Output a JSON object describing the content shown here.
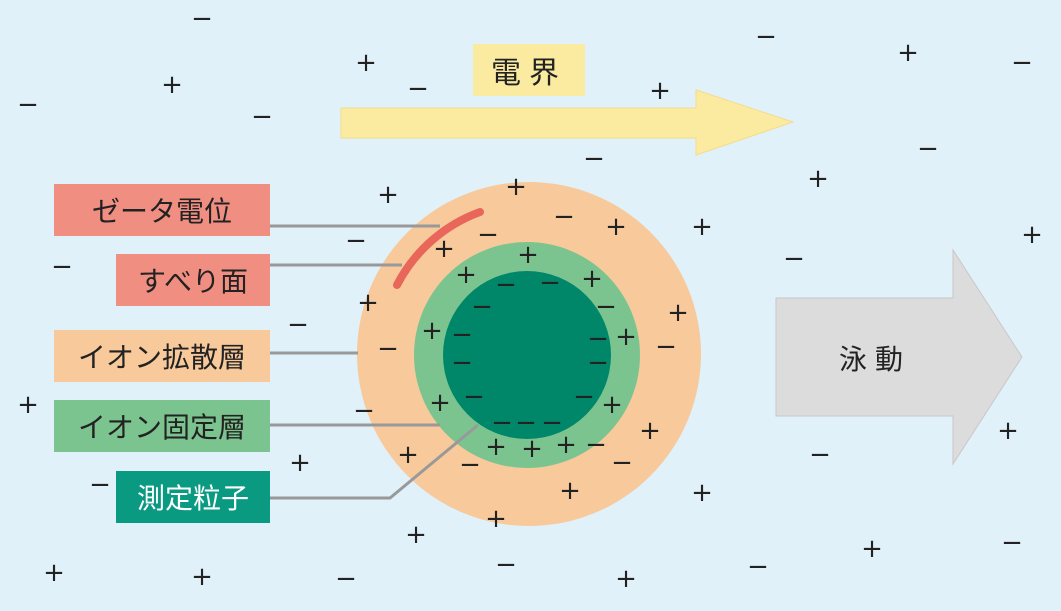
{
  "field_label": "電界",
  "movement_label": "泳動",
  "labels": {
    "zeta_potential": "ゼータ電位",
    "slipping_plane": "すべり面",
    "diffuse_layer": "イオン拡散層",
    "fixed_layer": "イオン固定層",
    "particle": "測定粒子"
  },
  "colors": {
    "background": "#e0f1fa",
    "diffuse_layer": "#f8c99b",
    "fixed_layer": "#7cc48f",
    "particle": "#00876a",
    "zeta_arc": "#e8665a",
    "field_arrow": "#fbeba1",
    "movement_arrow": "#dcdcdc"
  },
  "charges": {
    "plus": "+",
    "minus": "−"
  }
}
